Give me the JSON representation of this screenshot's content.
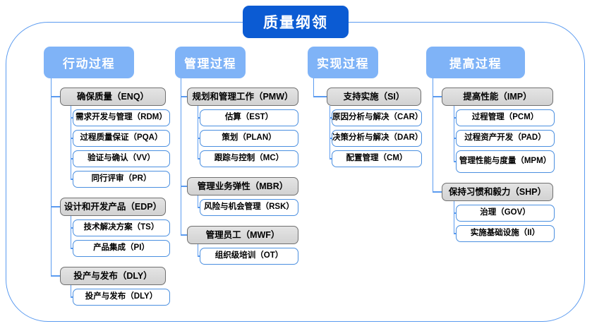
{
  "title": {
    "label": "质量纲领"
  },
  "columns": [
    {
      "header": "行动过程",
      "groups": [
        {
          "label": "确保质量（ENQ）",
          "children": [
            "需求开发与管理（RDM）",
            "过程质量保证（PQA）",
            "验证与确认（VV）",
            "同行评审（PR）"
          ]
        },
        {
          "label": "设计和开发产品（EDP）",
          "children": [
            "技术解决方案（TS）",
            "产品集成（PI）"
          ]
        },
        {
          "label": "投产与发布（DLY）",
          "children": [
            "投产与发布（DLY）"
          ]
        }
      ]
    },
    {
      "header": "管理过程",
      "groups": [
        {
          "label": "规划和管理工作（PMW）",
          "children": [
            "估算（EST）",
            "策划（PLAN）",
            "跟踪与控制（MC）"
          ]
        },
        {
          "label": "管理业务弹性（MBR）",
          "children": [
            "风险与机会管理（RSK）"
          ]
        },
        {
          "label": "管理员工（MWF）",
          "children": [
            "组织级培训（OT）"
          ]
        }
      ]
    },
    {
      "header": "实现过程",
      "groups": [
        {
          "label": "支持实施（SI）",
          "children": [
            "原因分析与解决（CAR）",
            "决策分析与解决（DAR）",
            "配置管理（CM）"
          ]
        }
      ]
    },
    {
      "header": "提高过程",
      "groups": [
        {
          "label": "提高性能（IMP）",
          "children": [
            "过程管理（PCM）",
            "过程资产开发（PAD）",
            "管理性能与度量（MPM）"
          ]
        },
        {
          "label": "保持习惯和毅力（SHP）",
          "children": [
            "治理（GOV）",
            "实施基础设施（II）"
          ]
        }
      ]
    }
  ],
  "colors": {
    "title_bg": "#0b5bd3",
    "header_bg": "#7fb3f7",
    "group_bg": "#d9d9d9",
    "group_border": "#6f6f6f",
    "leaf_border": "#4a8fe0",
    "connector": "#5b9bf0",
    "frame_border": "#5b9bf0",
    "page_bg": "#ffffff"
  }
}
